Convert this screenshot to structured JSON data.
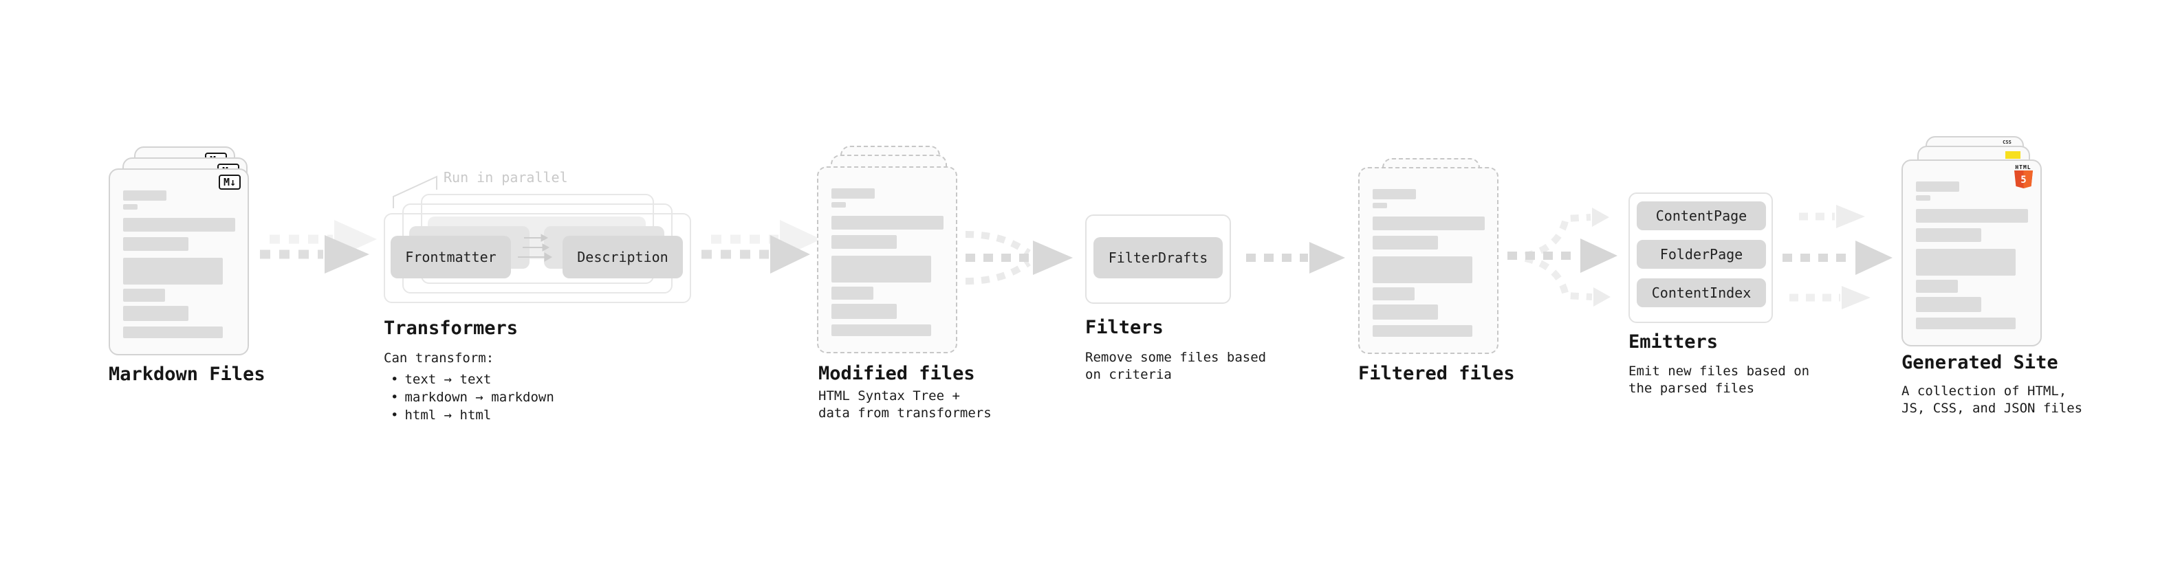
{
  "markdown": {
    "label": "Markdown Files",
    "badge": "M↓"
  },
  "transformers": {
    "label": "Transformers",
    "parallel_note": "Run in parallel",
    "chip_left": "Frontmatter",
    "chip_right": "Description",
    "desc_title": "Can transform:",
    "bullets": [
      "text → text",
      "markdown → markdown",
      "html → html"
    ]
  },
  "modified": {
    "label": "Modified files",
    "desc": [
      "HTML Syntax Tree +",
      "data from transformers"
    ]
  },
  "filters": {
    "label": "Filters",
    "chip": "FilterDrafts",
    "desc": [
      "Remove some files based",
      "on criteria"
    ]
  },
  "filtered": {
    "label": "Filtered files"
  },
  "emitters": {
    "label": "Emitters",
    "chips": [
      "ContentPage",
      "FolderPage",
      "ContentIndex"
    ],
    "desc": [
      "Emit new files based on",
      "the parsed files"
    ]
  },
  "generated": {
    "label": "Generated Site",
    "badge_html": "HTML",
    "badge_html_number": "5",
    "badge_css": "CSS",
    "desc": [
      "A collection of HTML,",
      "JS, CSS, and JSON files"
    ]
  },
  "colors": {
    "html5_orange": "#e44d26",
    "html5_orange_light": "#f16529",
    "js_yellow": "#f7df1e",
    "css_blue": "#2d65f2",
    "chip_gray": "#d9d9d9",
    "arrow_gray": "#d6d6d6",
    "arrow_ghost": "#f0f0f0"
  },
  "decor": {
    "file_bars": [
      {
        "t": 30,
        "h": 15,
        "w": 63
      },
      {
        "t": 50,
        "h": 8,
        "w": 21
      },
      {
        "t": 70,
        "h": 20,
        "w": 163
      },
      {
        "t": 98,
        "h": 20,
        "w": 95
      },
      {
        "t": 128,
        "h": 39,
        "w": 145
      },
      {
        "t": 173,
        "h": 19,
        "w": 61
      },
      {
        "t": 198,
        "h": 22,
        "w": 95
      },
      {
        "t": 228,
        "h": 17,
        "w": 145
      }
    ]
  }
}
